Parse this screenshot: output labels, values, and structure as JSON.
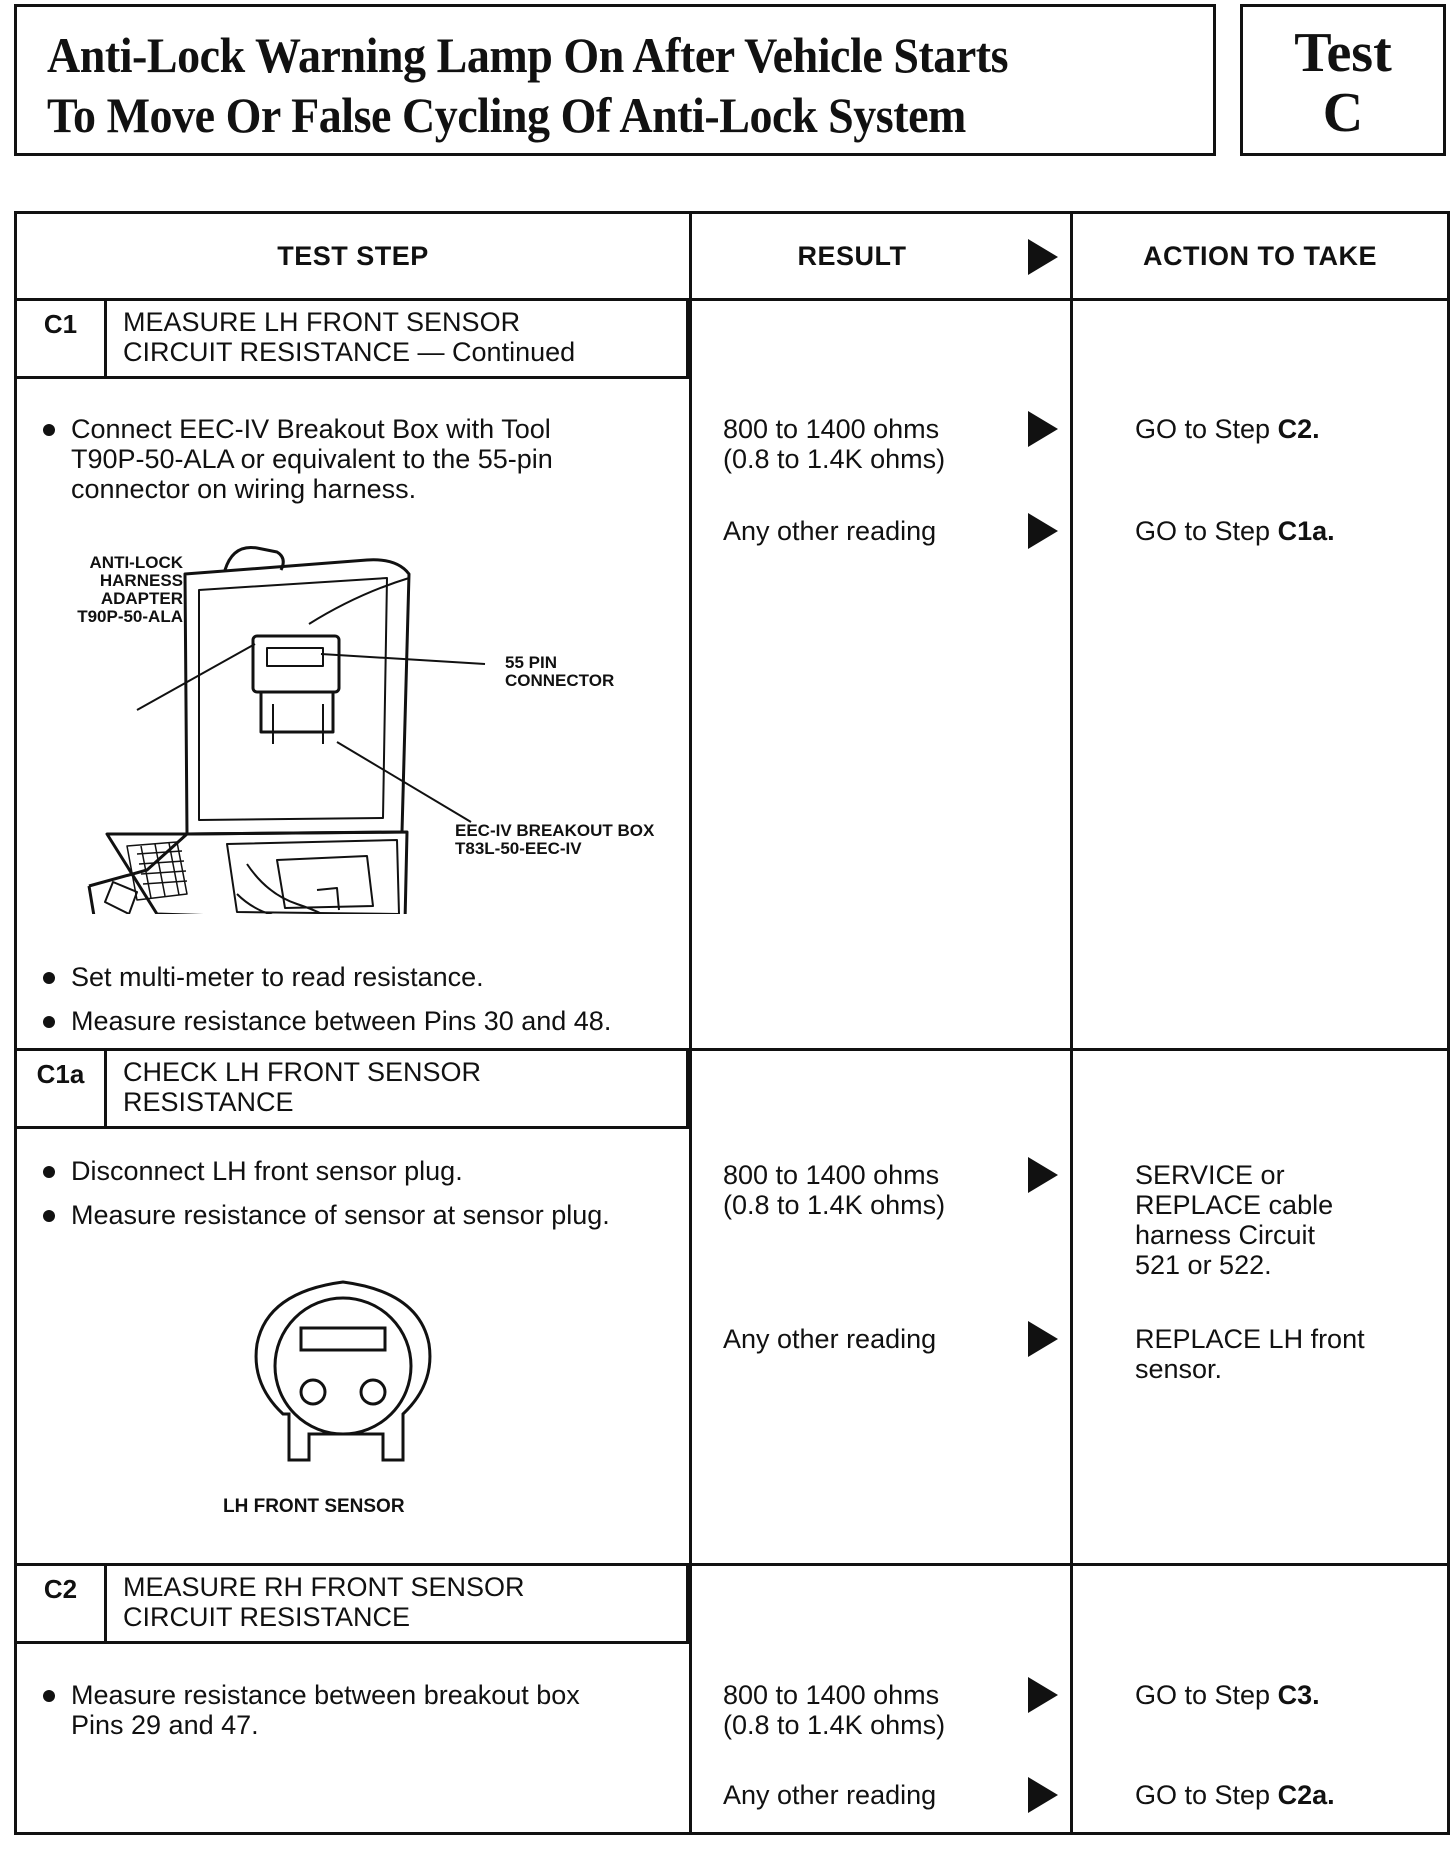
{
  "header": {
    "title_line1": "Anti-Lock Warning Lamp On After Vehicle Starts",
    "title_line2": "To Move Or False Cycling Of Anti-Lock System",
    "test_label": "Test",
    "test_letter": "C"
  },
  "columns": {
    "test_step": "TEST STEP",
    "result": "RESULT",
    "action": "ACTION TO TAKE"
  },
  "steps": [
    {
      "id": "C1",
      "title_line1": "MEASURE LH FRONT SENSOR",
      "title_line2": "CIRCUIT RESISTANCE — Continued",
      "bullets": [
        {
          "line1": "Connect EEC-IV Breakout Box with Tool",
          "line2": "T90P-50-ALA or equivalent to the 55-pin",
          "line3": "connector on wiring harness."
        },
        {
          "text": "Set multi-meter to read resistance."
        },
        {
          "text": "Measure resistance between Pins 30 and 48."
        }
      ],
      "figure_labels": {
        "adapter_1": "ANTI-LOCK",
        "adapter_2": "HARNESS",
        "adapter_3": "ADAPTER",
        "adapter_4": "T90P-50-ALA",
        "connector_1": "55 PIN",
        "connector_2": "CONNECTOR",
        "box_1": "EEC-IV BREAKOUT BOX",
        "box_2": "T83L-50-EEC-IV"
      },
      "results": [
        {
          "line1": "800 to 1400 ohms",
          "line2": "(0.8 to 1.4K ohms)",
          "action_prefix": "GO to Step ",
          "action_ref": "C2."
        },
        {
          "line1": "Any other reading",
          "action_prefix": "GO to Step ",
          "action_ref": "C1a."
        }
      ]
    },
    {
      "id": "C1a",
      "title_line1": "CHECK LH FRONT SENSOR",
      "title_line2": "RESISTANCE",
      "bullets": [
        {
          "text": "Disconnect LH front sensor plug."
        },
        {
          "text": "Measure resistance of sensor at sensor plug."
        }
      ],
      "figure_caption": "LH FRONT SENSOR",
      "results": [
        {
          "line1": "800 to 1400 ohms",
          "line2": "(0.8 to 1.4K ohms)",
          "action_line1": "SERVICE or",
          "action_line2": "REPLACE cable",
          "action_line3": "harness Circuit",
          "action_line4": "521 or 522."
        },
        {
          "line1": "Any other reading",
          "action_line1": "REPLACE LH front",
          "action_line2": "sensor."
        }
      ]
    },
    {
      "id": "C2",
      "title_line1": "MEASURE RH FRONT SENSOR",
      "title_line2": "CIRCUIT RESISTANCE",
      "bullets": [
        {
          "line1": "Measure resistance between breakout box",
          "line2": "Pins 29 and 47."
        }
      ],
      "results": [
        {
          "line1": "800 to 1400 ohms",
          "line2": "(0.8 to 1.4K ohms)",
          "action_prefix": "GO to Step ",
          "action_ref": "C3."
        },
        {
          "line1": "Any other reading",
          "action_prefix": "GO to Step ",
          "action_ref": "C2a."
        }
      ]
    }
  ]
}
